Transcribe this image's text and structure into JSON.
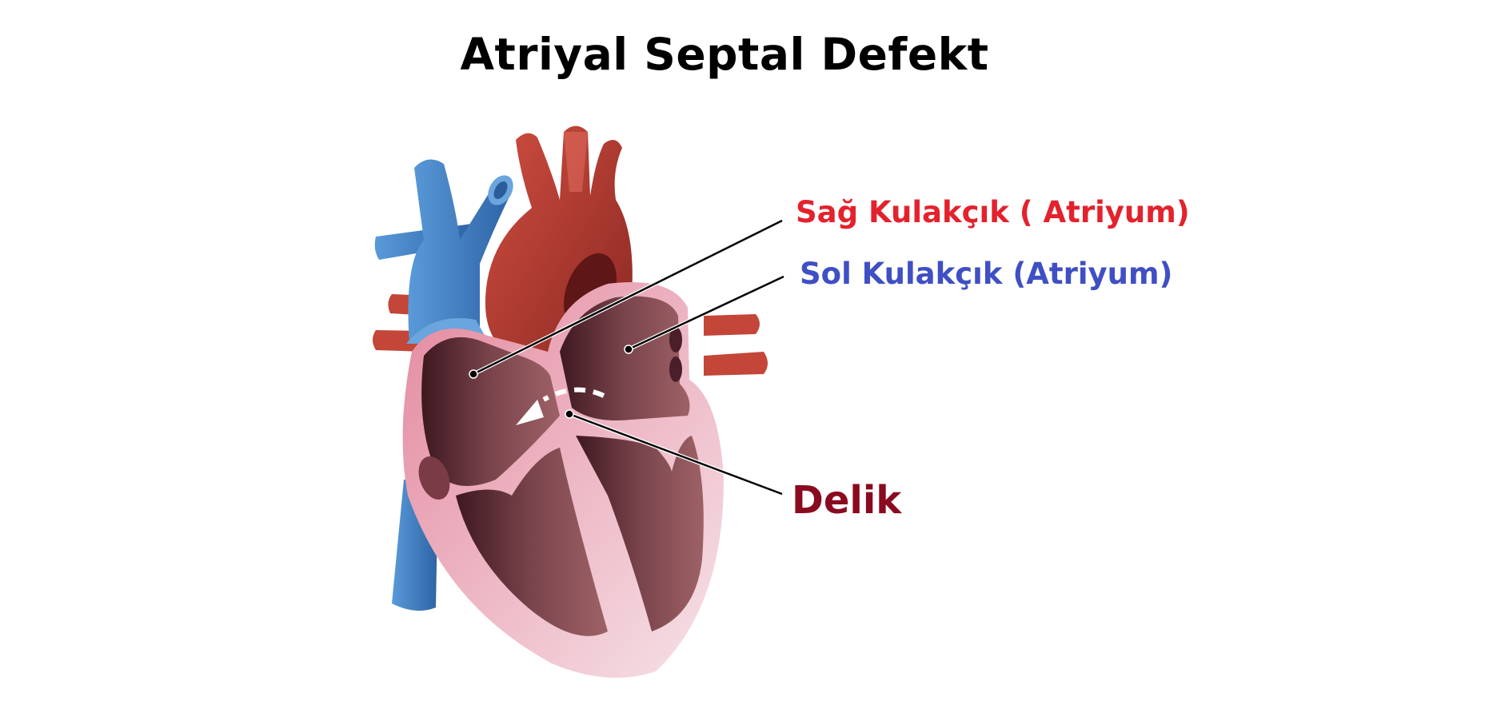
{
  "title": "Atriyal Septal Defekt",
  "labels": {
    "right_atrium": {
      "text": "Sağ Kulakçık ( Atriyum)",
      "color": "#e3222d"
    },
    "left_atrium": {
      "text": "Sol Kulakçık (Atriyum)",
      "color": "#3f4fc4"
    },
    "hole": {
      "text": "Delik",
      "color": "#8a0a1f"
    }
  },
  "colors": {
    "vein_blue": "#3f7cc4",
    "vein_blue_light": "#6aa5dd",
    "artery_red": "#c6443a",
    "artery_dark": "#8e2a24",
    "chamber_dark": "#4a1f2a",
    "chamber_mid": "#955a5e",
    "wall_pink": "#e592a6",
    "wall_light": "#f3dbe1"
  }
}
